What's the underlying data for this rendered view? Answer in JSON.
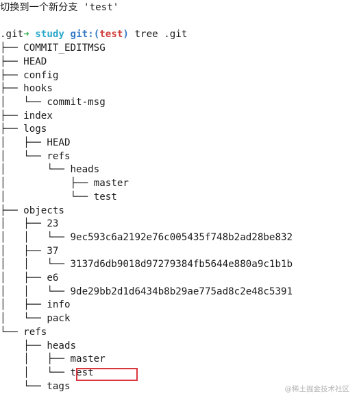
{
  "terminal": {
    "message_line": "切换到一个新分支 'test'",
    "prompt": {
      "arrow": "➜",
      "dir": "study",
      "git_prefix": "git:(",
      "branch": "test",
      "git_suffix": ")",
      "command": "tree .git"
    },
    "tree_lines": [
      ".git",
      "├── COMMIT_EDITMSG",
      "├── HEAD",
      "├── config",
      "├── hooks",
      "│   └── commit-msg",
      "├── index",
      "├── logs",
      "│   ├── HEAD",
      "│   └── refs",
      "│       └── heads",
      "│           ├── master",
      "│           └── test",
      "├── objects",
      "│   ├── 23",
      "│   │   └── 9ec593c6a2192e76c005435f748b2ad28be832",
      "│   ├── 37",
      "│   │   └── 3137d6db9018d97279384fb5644e880a9c1b1b",
      "│   ├── e6",
      "│   │   └── 9de29bb2d1d6434b8b29ae775ad8c2e48c5391",
      "│   ├── info",
      "│   └── pack",
      "└── refs",
      "    ├── heads",
      "    │   ├── master",
      "    │   └── test",
      "    └── tags"
    ]
  },
  "watermark": "@稀土掘金技术社区",
  "colors": {
    "prompt_arrow": "#2fb24a",
    "prompt_dir": "#2aa8c9",
    "prompt_git": "#3478c4",
    "prompt_branch": "#d23a3a",
    "highlight_border": "#d9363e"
  }
}
